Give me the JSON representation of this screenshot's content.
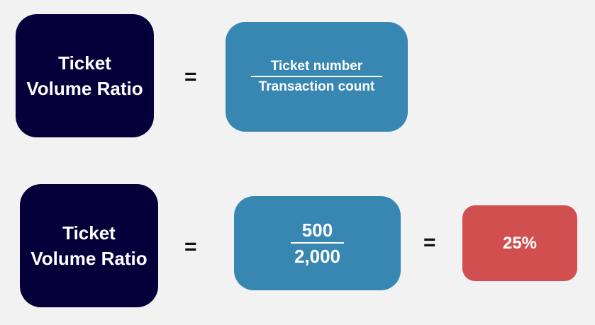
{
  "row1": {
    "left_label": "Ticket Volume Ratio",
    "equals": "=",
    "numerator": "Ticket number",
    "denominator": "Transaction count"
  },
  "row2": {
    "left_label": "Ticket Volume Ratio",
    "equals_1": "=",
    "numerator": "500",
    "denominator": "2,000",
    "equals_2": "=",
    "result": "25%"
  },
  "colors": {
    "background": "#f2f2f2",
    "navy": "#05003a",
    "blue": "#3787b2",
    "red": "#d14f4f"
  }
}
